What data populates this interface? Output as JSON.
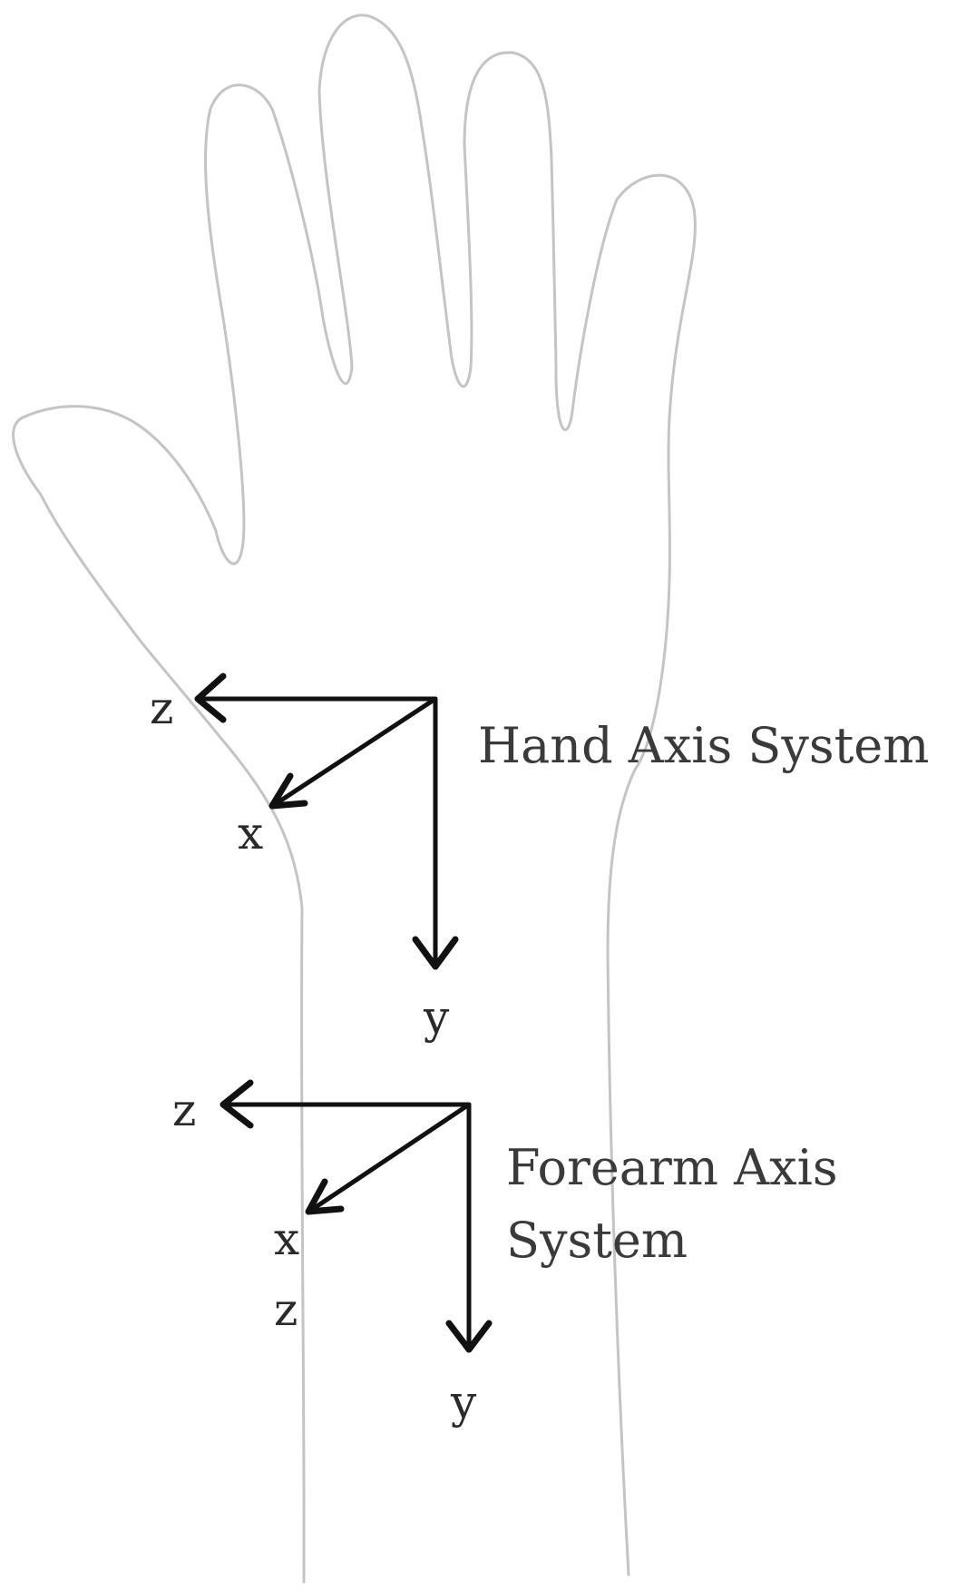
{
  "hand_axes": {
    "caption": "Hand Axis System",
    "labels": {
      "z": "z",
      "x": "x",
      "y": "y"
    }
  },
  "forearm_axes": {
    "caption_line1": "Forearm Axis",
    "caption_line2": "System",
    "labels": {
      "z": "z",
      "x": "x",
      "z2": "z",
      "y": "y"
    }
  }
}
